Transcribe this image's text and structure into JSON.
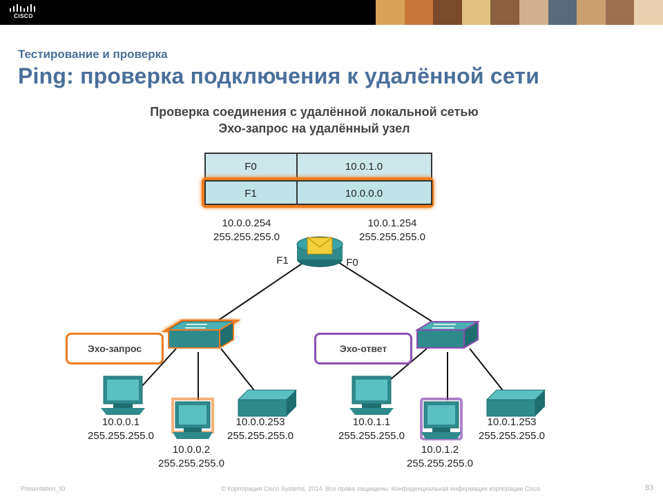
{
  "header": {
    "logo_text": "CISCO",
    "photo_strip_colors": [
      "#d9a25a",
      "#c8753a",
      "#7a4a2a",
      "#e0c080",
      "#8a6040",
      "#d0b090",
      "#5a6a7a",
      "#c9a070",
      "#9a7050",
      "#e8d0b0"
    ]
  },
  "section_title": "Тестирование и проверка",
  "main_title": "Ping: проверка подключения к удалённой сети",
  "diagram": {
    "heading_line1": "Проверка соединения с удалённой локальной сетью",
    "heading_line2": "Эхо-запрос на удалённый узел",
    "routing_table": [
      {
        "interface": "F0",
        "network": "10.0.1.0",
        "highlighted": false
      },
      {
        "interface": "F1",
        "network": "10.0.0.0",
        "highlighted": true
      }
    ],
    "router": {
      "f1_label": "F1",
      "f0_label": "F0",
      "f1_ip": "10.0.0.254",
      "f1_mask": "255.255.255.0",
      "f0_ip": "10.0.1.254",
      "f0_mask": "255.255.255.0"
    },
    "callouts": {
      "request": "Эхо-запрос",
      "reply": "Эхо-ответ"
    },
    "left_lan": {
      "pc1_ip": "10.0.0.1",
      "pc1_mask": "255.255.255.0",
      "pc2_ip": "10.0.0.2",
      "pc2_mask": "255.255.255.0",
      "printer_ip": "10.0.0.253",
      "printer_mask": "255.255.255.0"
    },
    "right_lan": {
      "pc1_ip": "10.0.1.1",
      "pc1_mask": "255.255.255.0",
      "pc2_ip": "10.0.1.2",
      "pc2_mask": "255.255.255.0",
      "printer_ip": "10.0.1.253",
      "printer_mask": "255.255.255.0"
    },
    "colors": {
      "highlight_orange": "#f07c1e",
      "highlight_purple": "#8a4fb0",
      "device_teal": "#2f8a8c",
      "table_fill": "#cde8ea"
    }
  },
  "footer": {
    "presentation_id": "Presentation_ID",
    "copyright": "© Корпорация Cisco Systems, 2014. Все права защищены.      Конфиденциальная информация корпорации Cisco",
    "page_number": "83"
  }
}
